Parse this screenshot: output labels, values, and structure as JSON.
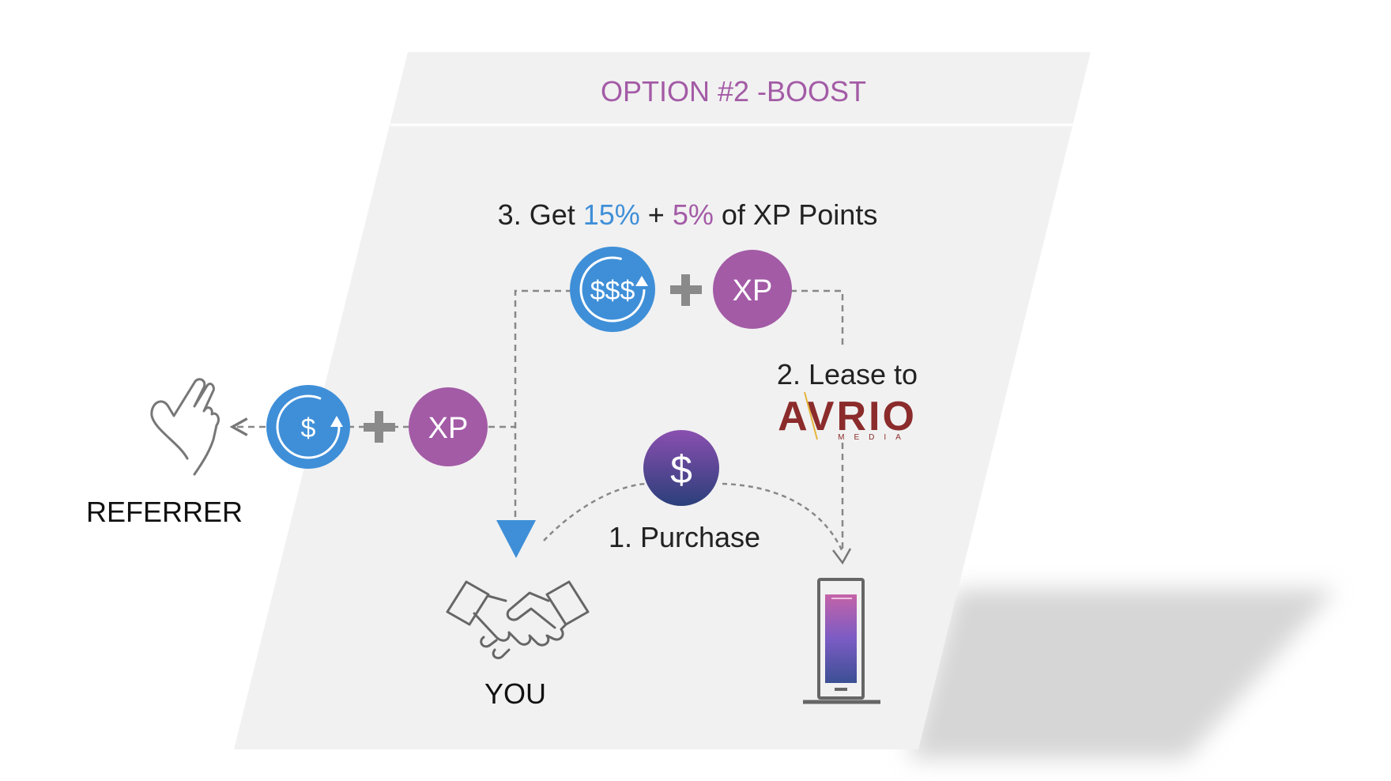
{
  "title": "OPTION #2 -BOOST",
  "step3": {
    "prefix": "3. Get ",
    "pct_cashback": "15%",
    "plus": " + ",
    "pct_xp": "5%",
    "suffix": " of XP Points"
  },
  "step2": {
    "text": "2. Lease to",
    "brand_name": "AVRIO",
    "brand_sub": "MEDIA"
  },
  "step1": {
    "text": "1. Purchase"
  },
  "referrer_label": "REFERRER",
  "you_label": "YOU",
  "badges": {
    "xp": "XP",
    "dollar": "$",
    "multi_dollar": "$$$"
  },
  "colors": {
    "title": "#a35ba6",
    "cashback": "#3f8fd8",
    "xp": "#a35ba6",
    "panel": "#f1f1f1",
    "brand": "#8b2b2b",
    "accent_gold": "#e4b53b"
  },
  "icons": [
    "hand-pointing-icon",
    "cashback-coin-icon",
    "plus-icon",
    "xp-badge-icon",
    "handshake-icon",
    "kiosk-icon",
    "dollar-coin-icon"
  ]
}
